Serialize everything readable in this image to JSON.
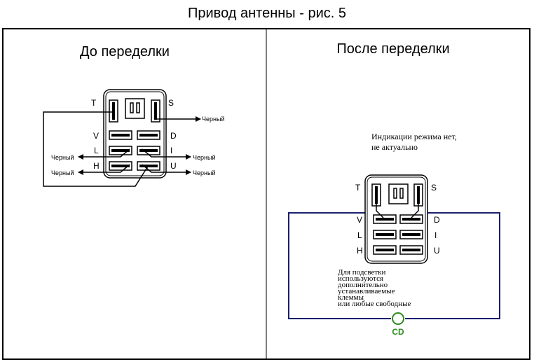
{
  "title": "Привод антенны - рис. 5",
  "left_panel": {
    "heading": "До переделки",
    "pins": {
      "T": "T",
      "S": "S",
      "V": "V",
      "D": "D",
      "L": "L",
      "I": "I",
      "H": "H",
      "U": "U"
    },
    "wire_labels": {
      "s_out": "Черный",
      "l_out": "Черный",
      "i_out": "Черный",
      "h_out": "Черный",
      "u_out": "Черный"
    }
  },
  "right_panel": {
    "heading": "После переделки",
    "note": [
      "Индикации режима нет,",
      "не актуально"
    ],
    "pins": {
      "T": "T",
      "S": "S",
      "V": "V",
      "D": "D",
      "L": "L",
      "I": "I",
      "H": "H",
      "U": "U"
    },
    "backlight_note": [
      "Для подсветки",
      "используются",
      "дополнительно",
      "устанавливаемые",
      "клеммы",
      "или любые свободные"
    ],
    "cd_label": "CD"
  },
  "colors": {
    "frame": "#000000",
    "box": "#1a1f6e",
    "cd": "#2e8b1e"
  }
}
